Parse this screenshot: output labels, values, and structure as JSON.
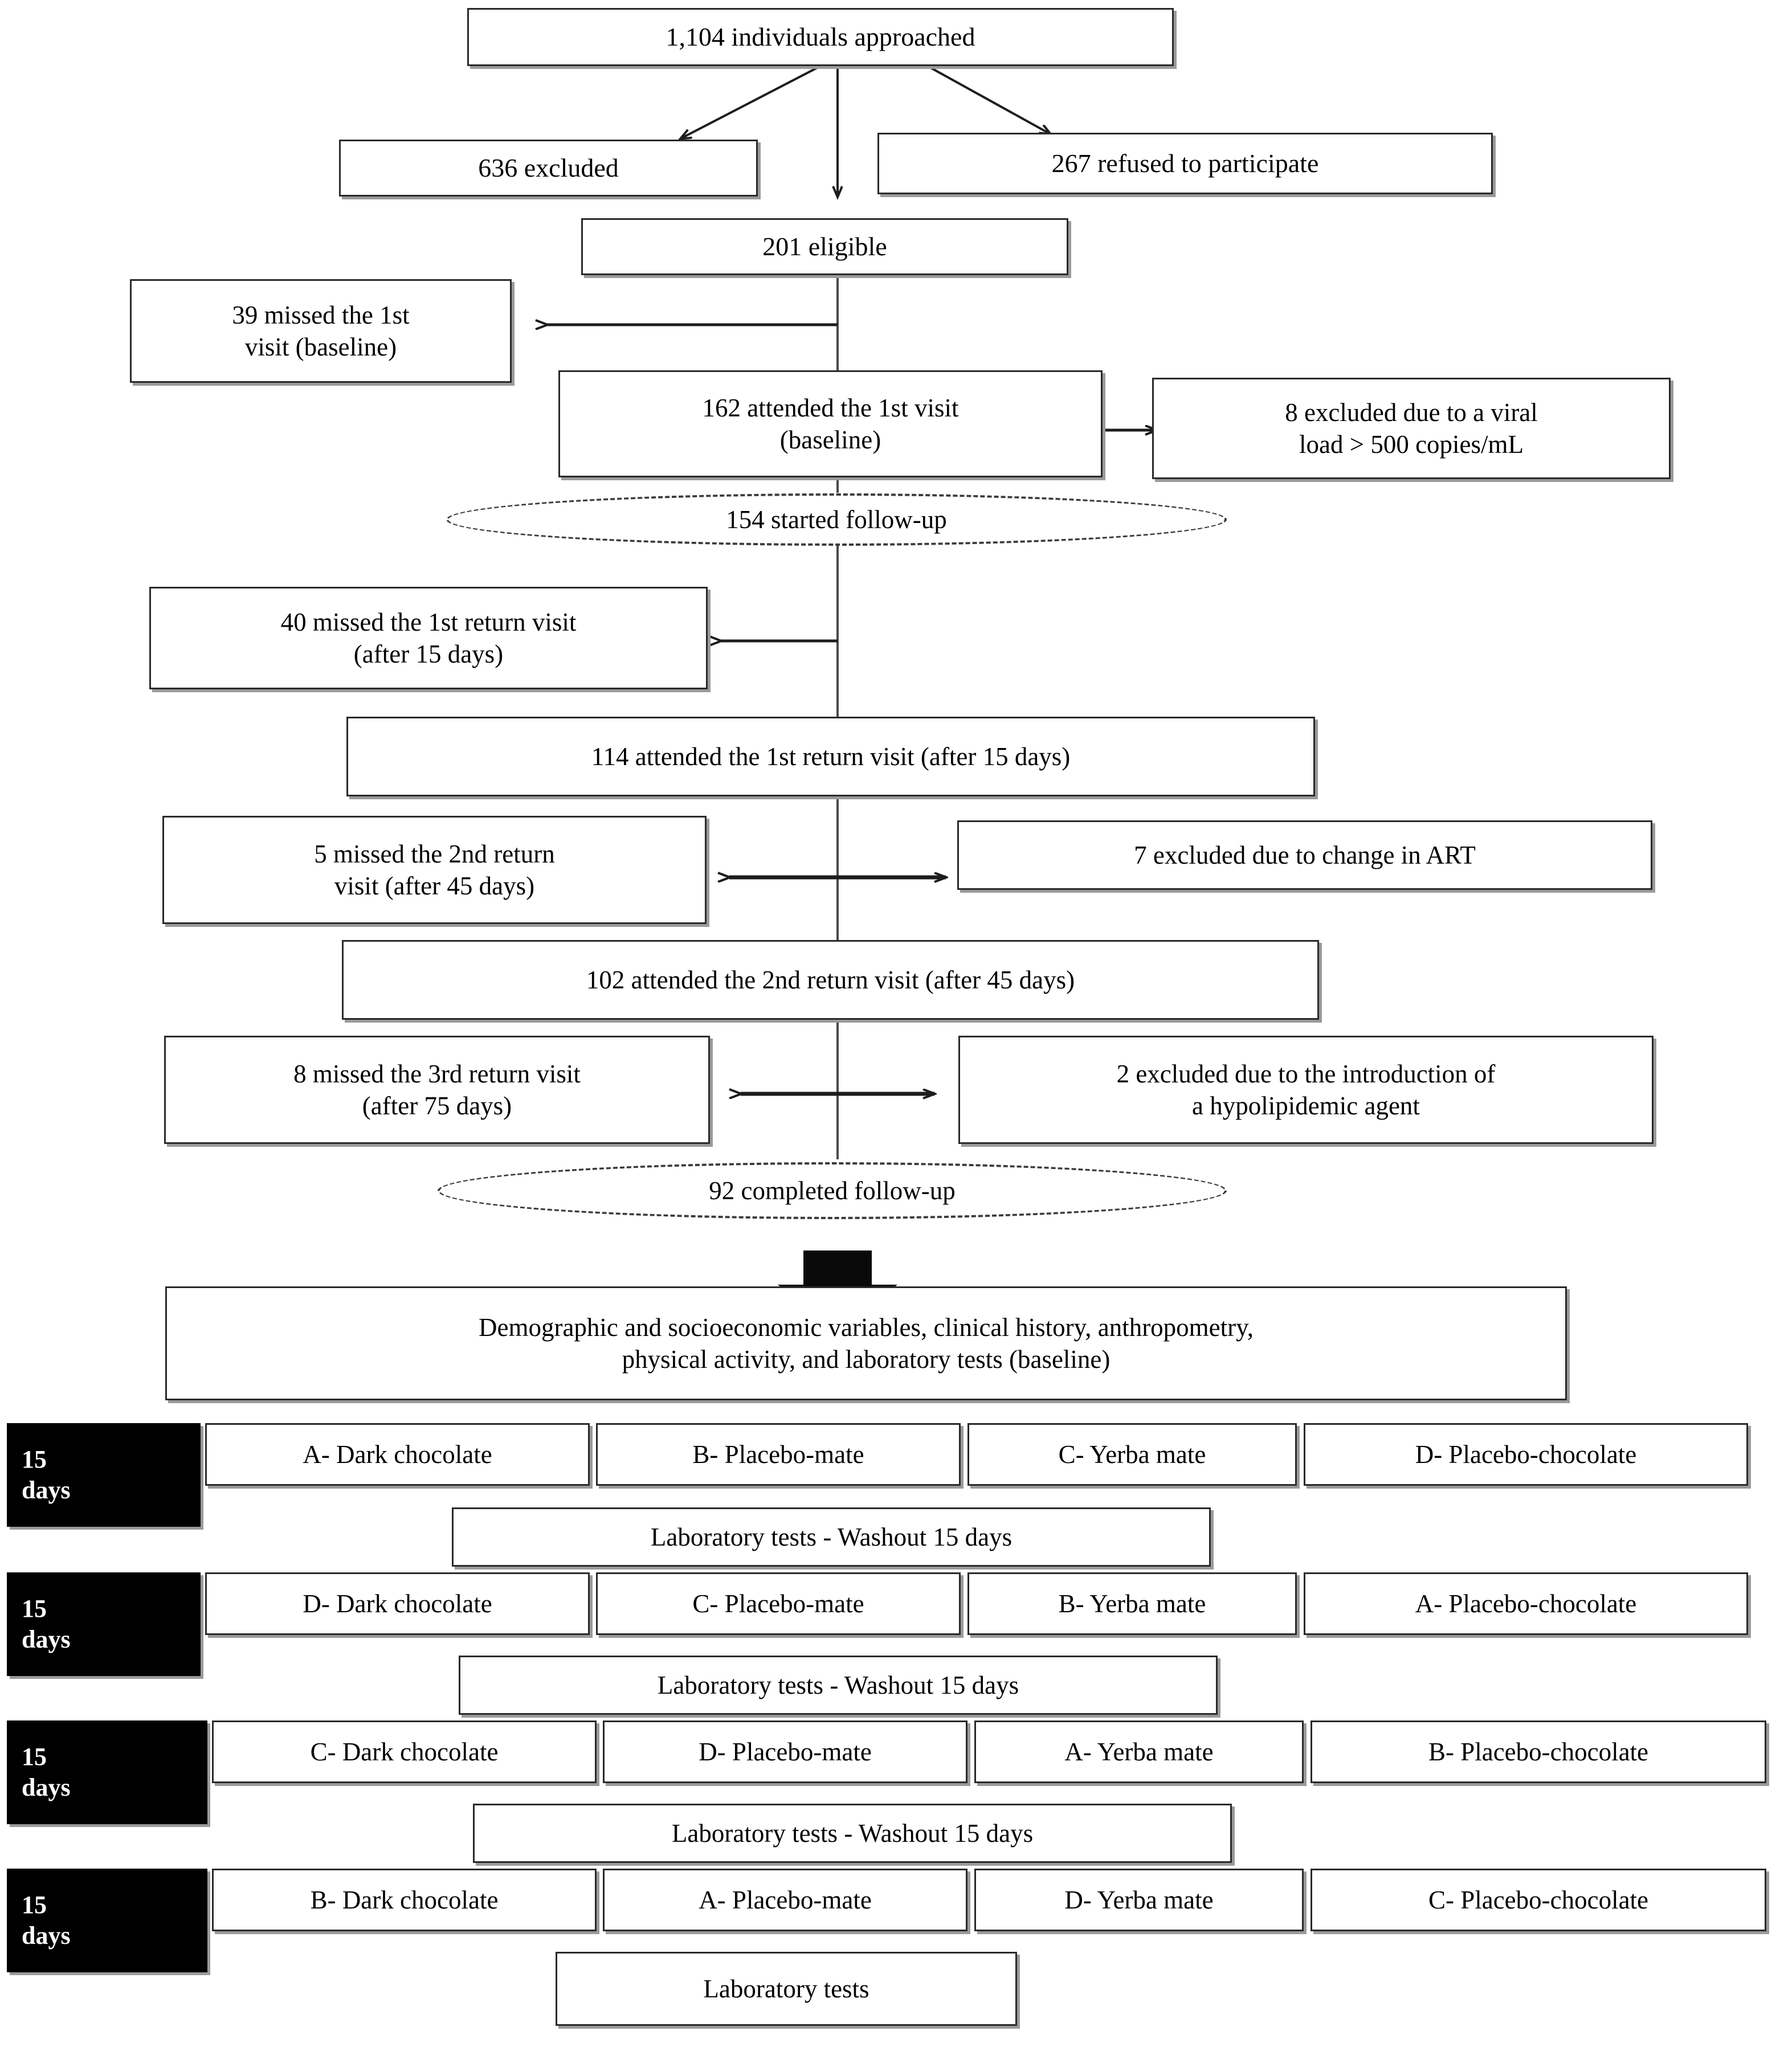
{
  "flow": {
    "approached": "1,104 individuals approached",
    "excluded_636": "636 excluded",
    "refused_267": "267 refused to participate",
    "eligible": "201 eligible",
    "missed_1st_visit": "39 missed the 1st\nvisit (baseline)",
    "attended_1st_visit": "162 attended the 1st visit\n(baseline)",
    "excluded_viral": "8 excluded due to a viral\nload > 500 copies/mL",
    "started_followup": "154 started follow-up",
    "missed_1st_return": "40 missed the 1st return visit\n(after 15 days)",
    "attended_1st_return": "114 attended the 1st return visit (after 15 days)",
    "missed_2nd_return": "5 missed the 2nd return\nvisit (after 45 days)",
    "excluded_art": "7 excluded due to change in ART",
    "attended_2nd_return": "102 attended the 2nd return visit (after 45 days)",
    "missed_3rd_return": "8 missed the 3rd return visit\n(after 75 days)",
    "excluded_hypolipidemic": "2 excluded due to the introduction of\na hypolipidemic agent",
    "completed_followup": "92 completed follow-up",
    "baseline_assessment": "Demographic and socioeconomic variables, clinical history, anthropometry,\nphysical activity, and laboratory tests (baseline)"
  },
  "period_label": "15\ndays",
  "interventions": [
    {
      "period": "15\ndays",
      "arms": [
        "A- Dark chocolate",
        "B- Placebo-mate",
        "C- Yerba mate",
        "D- Placebo-chocolate"
      ],
      "washout": "Laboratory tests - Washout 15 days"
    },
    {
      "period": "15\ndays",
      "arms": [
        "D- Dark chocolate",
        "C- Placebo-mate",
        "B- Yerba mate",
        "A- Placebo-chocolate"
      ],
      "washout": "Laboratory tests - Washout 15 days"
    },
    {
      "period": "15\ndays",
      "arms": [
        "C- Dark chocolate",
        "D- Placebo-mate",
        "A- Yerba mate",
        "B- Placebo-chocolate"
      ],
      "washout": "Laboratory tests - Washout 15 days"
    },
    {
      "period": "15\ndays",
      "arms": [
        "B- Dark chocolate",
        "A- Placebo-mate",
        "D- Yerba mate",
        "C- Placebo-chocolate"
      ],
      "washout": "Laboratory tests"
    }
  ],
  "colors": {
    "box_border": "#2a2a2a",
    "box_shadow": "#9a9a9a",
    "black_fill": "#000000",
    "line": "#2a2a2a",
    "background": "#ffffff"
  }
}
